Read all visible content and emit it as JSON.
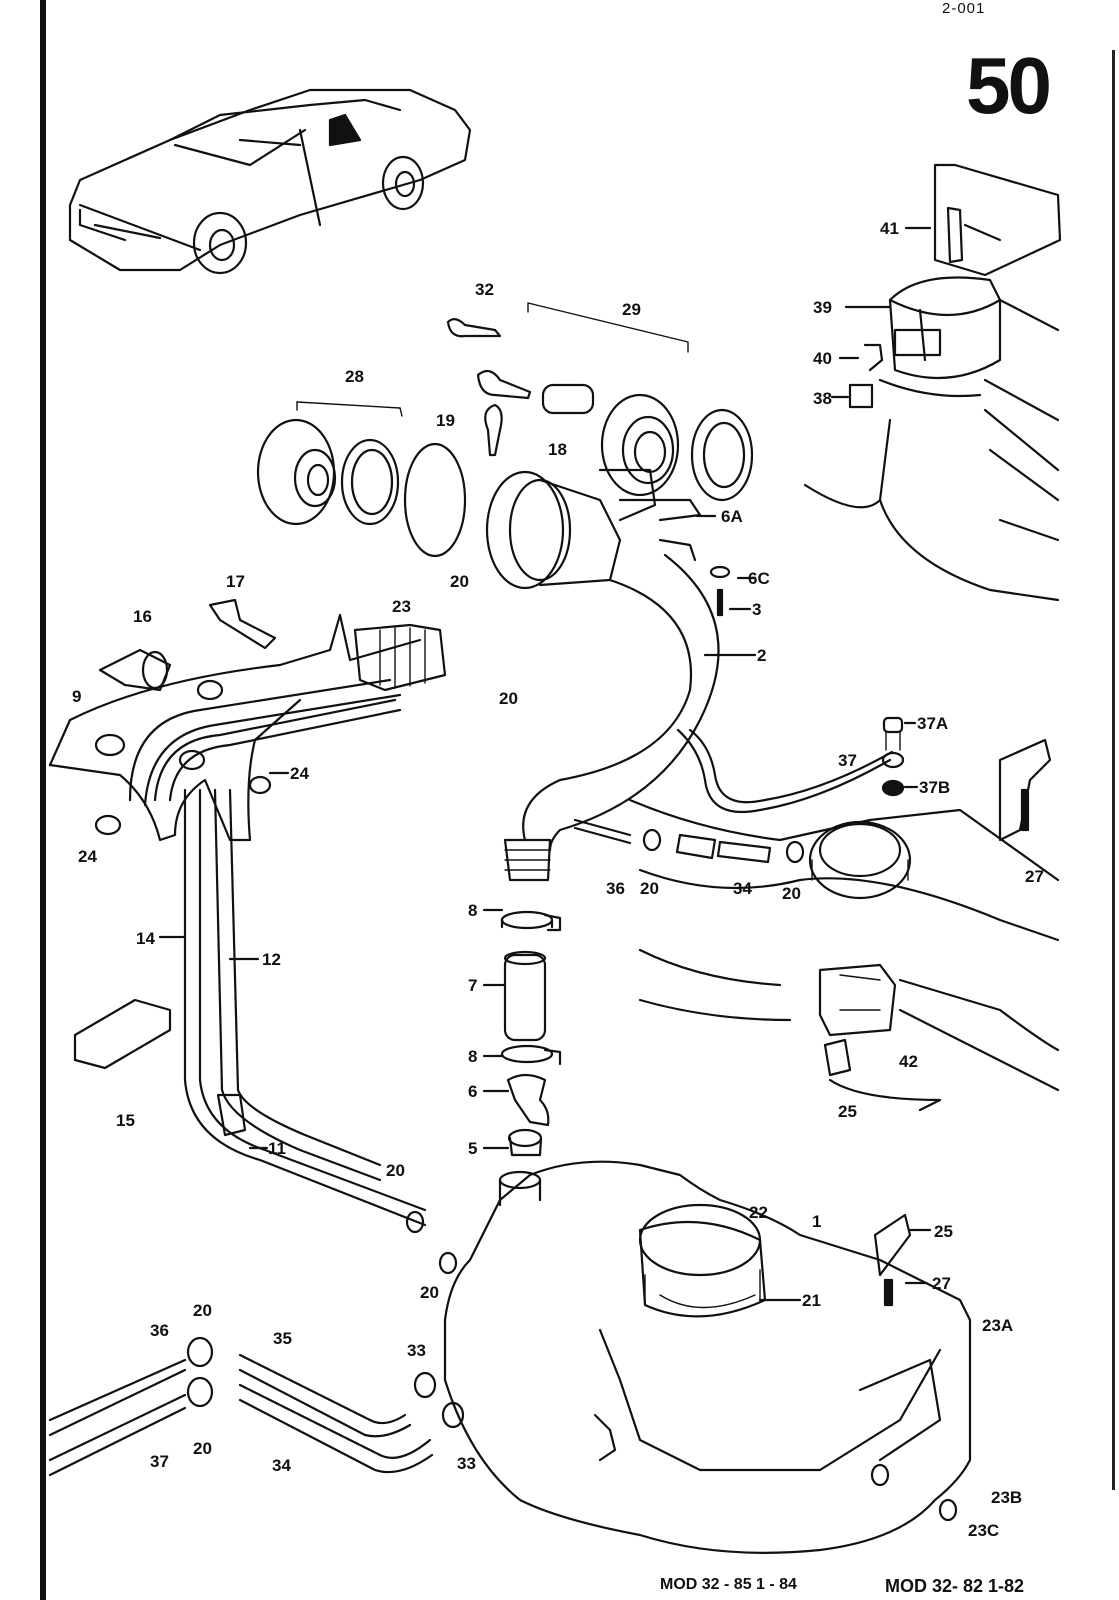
{
  "header": {
    "sheet_code": "2-001",
    "group_number": "50"
  },
  "footer": {
    "model_ref_a": "MOD 32 - 85   1 - 84",
    "model_ref_b": "MOD 32- 82  1-82"
  },
  "illustrations": {
    "vehicle": "coupe-vehicle-overview",
    "assembly": "fuel-tank-and-filler-neck-exploded-view"
  },
  "callouts": [
    {
      "id": "c41",
      "text": "41"
    },
    {
      "id": "c39",
      "text": "39"
    },
    {
      "id": "c40",
      "text": "40"
    },
    {
      "id": "c38",
      "text": "38"
    },
    {
      "id": "c32",
      "text": "32"
    },
    {
      "id": "c29",
      "text": "29"
    },
    {
      "id": "c28",
      "text": "28"
    },
    {
      "id": "c19",
      "text": "19"
    },
    {
      "id": "c18",
      "text": "18"
    },
    {
      "id": "c6A",
      "text": "6A"
    },
    {
      "id": "c6C",
      "text": "6C"
    },
    {
      "id": "c3",
      "text": "3"
    },
    {
      "id": "c2",
      "text": "2"
    },
    {
      "id": "c17",
      "text": "17"
    },
    {
      "id": "c16",
      "text": "16"
    },
    {
      "id": "c23",
      "text": "23"
    },
    {
      "id": "c20a",
      "text": "20"
    },
    {
      "id": "c20b",
      "text": "20"
    },
    {
      "id": "c9",
      "text": "9"
    },
    {
      "id": "c24a",
      "text": "24"
    },
    {
      "id": "c24b",
      "text": "24"
    },
    {
      "id": "c37A",
      "text": "37A"
    },
    {
      "id": "c37",
      "text": "37"
    },
    {
      "id": "c37B",
      "text": "37B"
    },
    {
      "id": "c27a",
      "text": "27"
    },
    {
      "id": "c36a",
      "text": "36"
    },
    {
      "id": "c20c",
      "text": "20"
    },
    {
      "id": "c34a",
      "text": "34"
    },
    {
      "id": "c20d",
      "text": "20"
    },
    {
      "id": "c14",
      "text": "14"
    },
    {
      "id": "c12",
      "text": "12"
    },
    {
      "id": "c8a",
      "text": "8"
    },
    {
      "id": "c7",
      "text": "7"
    },
    {
      "id": "c8b",
      "text": "8"
    },
    {
      "id": "c6",
      "text": "6"
    },
    {
      "id": "c5",
      "text": "5"
    },
    {
      "id": "c15",
      "text": "15"
    },
    {
      "id": "c11",
      "text": "11"
    },
    {
      "id": "c42",
      "text": "42"
    },
    {
      "id": "c25a",
      "text": "25"
    },
    {
      "id": "c20e",
      "text": "20"
    },
    {
      "id": "c22",
      "text": "22"
    },
    {
      "id": "c1",
      "text": "1"
    },
    {
      "id": "c25b",
      "text": "25"
    },
    {
      "id": "c27b",
      "text": "27"
    },
    {
      "id": "c20f",
      "text": "20"
    },
    {
      "id": "c21",
      "text": "21"
    },
    {
      "id": "c23A",
      "text": "23A"
    },
    {
      "id": "c36b",
      "text": "36"
    },
    {
      "id": "c20g",
      "text": "20"
    },
    {
      "id": "c35",
      "text": "35"
    },
    {
      "id": "c33a",
      "text": "33"
    },
    {
      "id": "c37b",
      "text": "37"
    },
    {
      "id": "c20h",
      "text": "20"
    },
    {
      "id": "c34b",
      "text": "34"
    },
    {
      "id": "c33b",
      "text": "33"
    },
    {
      "id": "c23B",
      "text": "23B"
    },
    {
      "id": "c23C",
      "text": "23C"
    }
  ]
}
